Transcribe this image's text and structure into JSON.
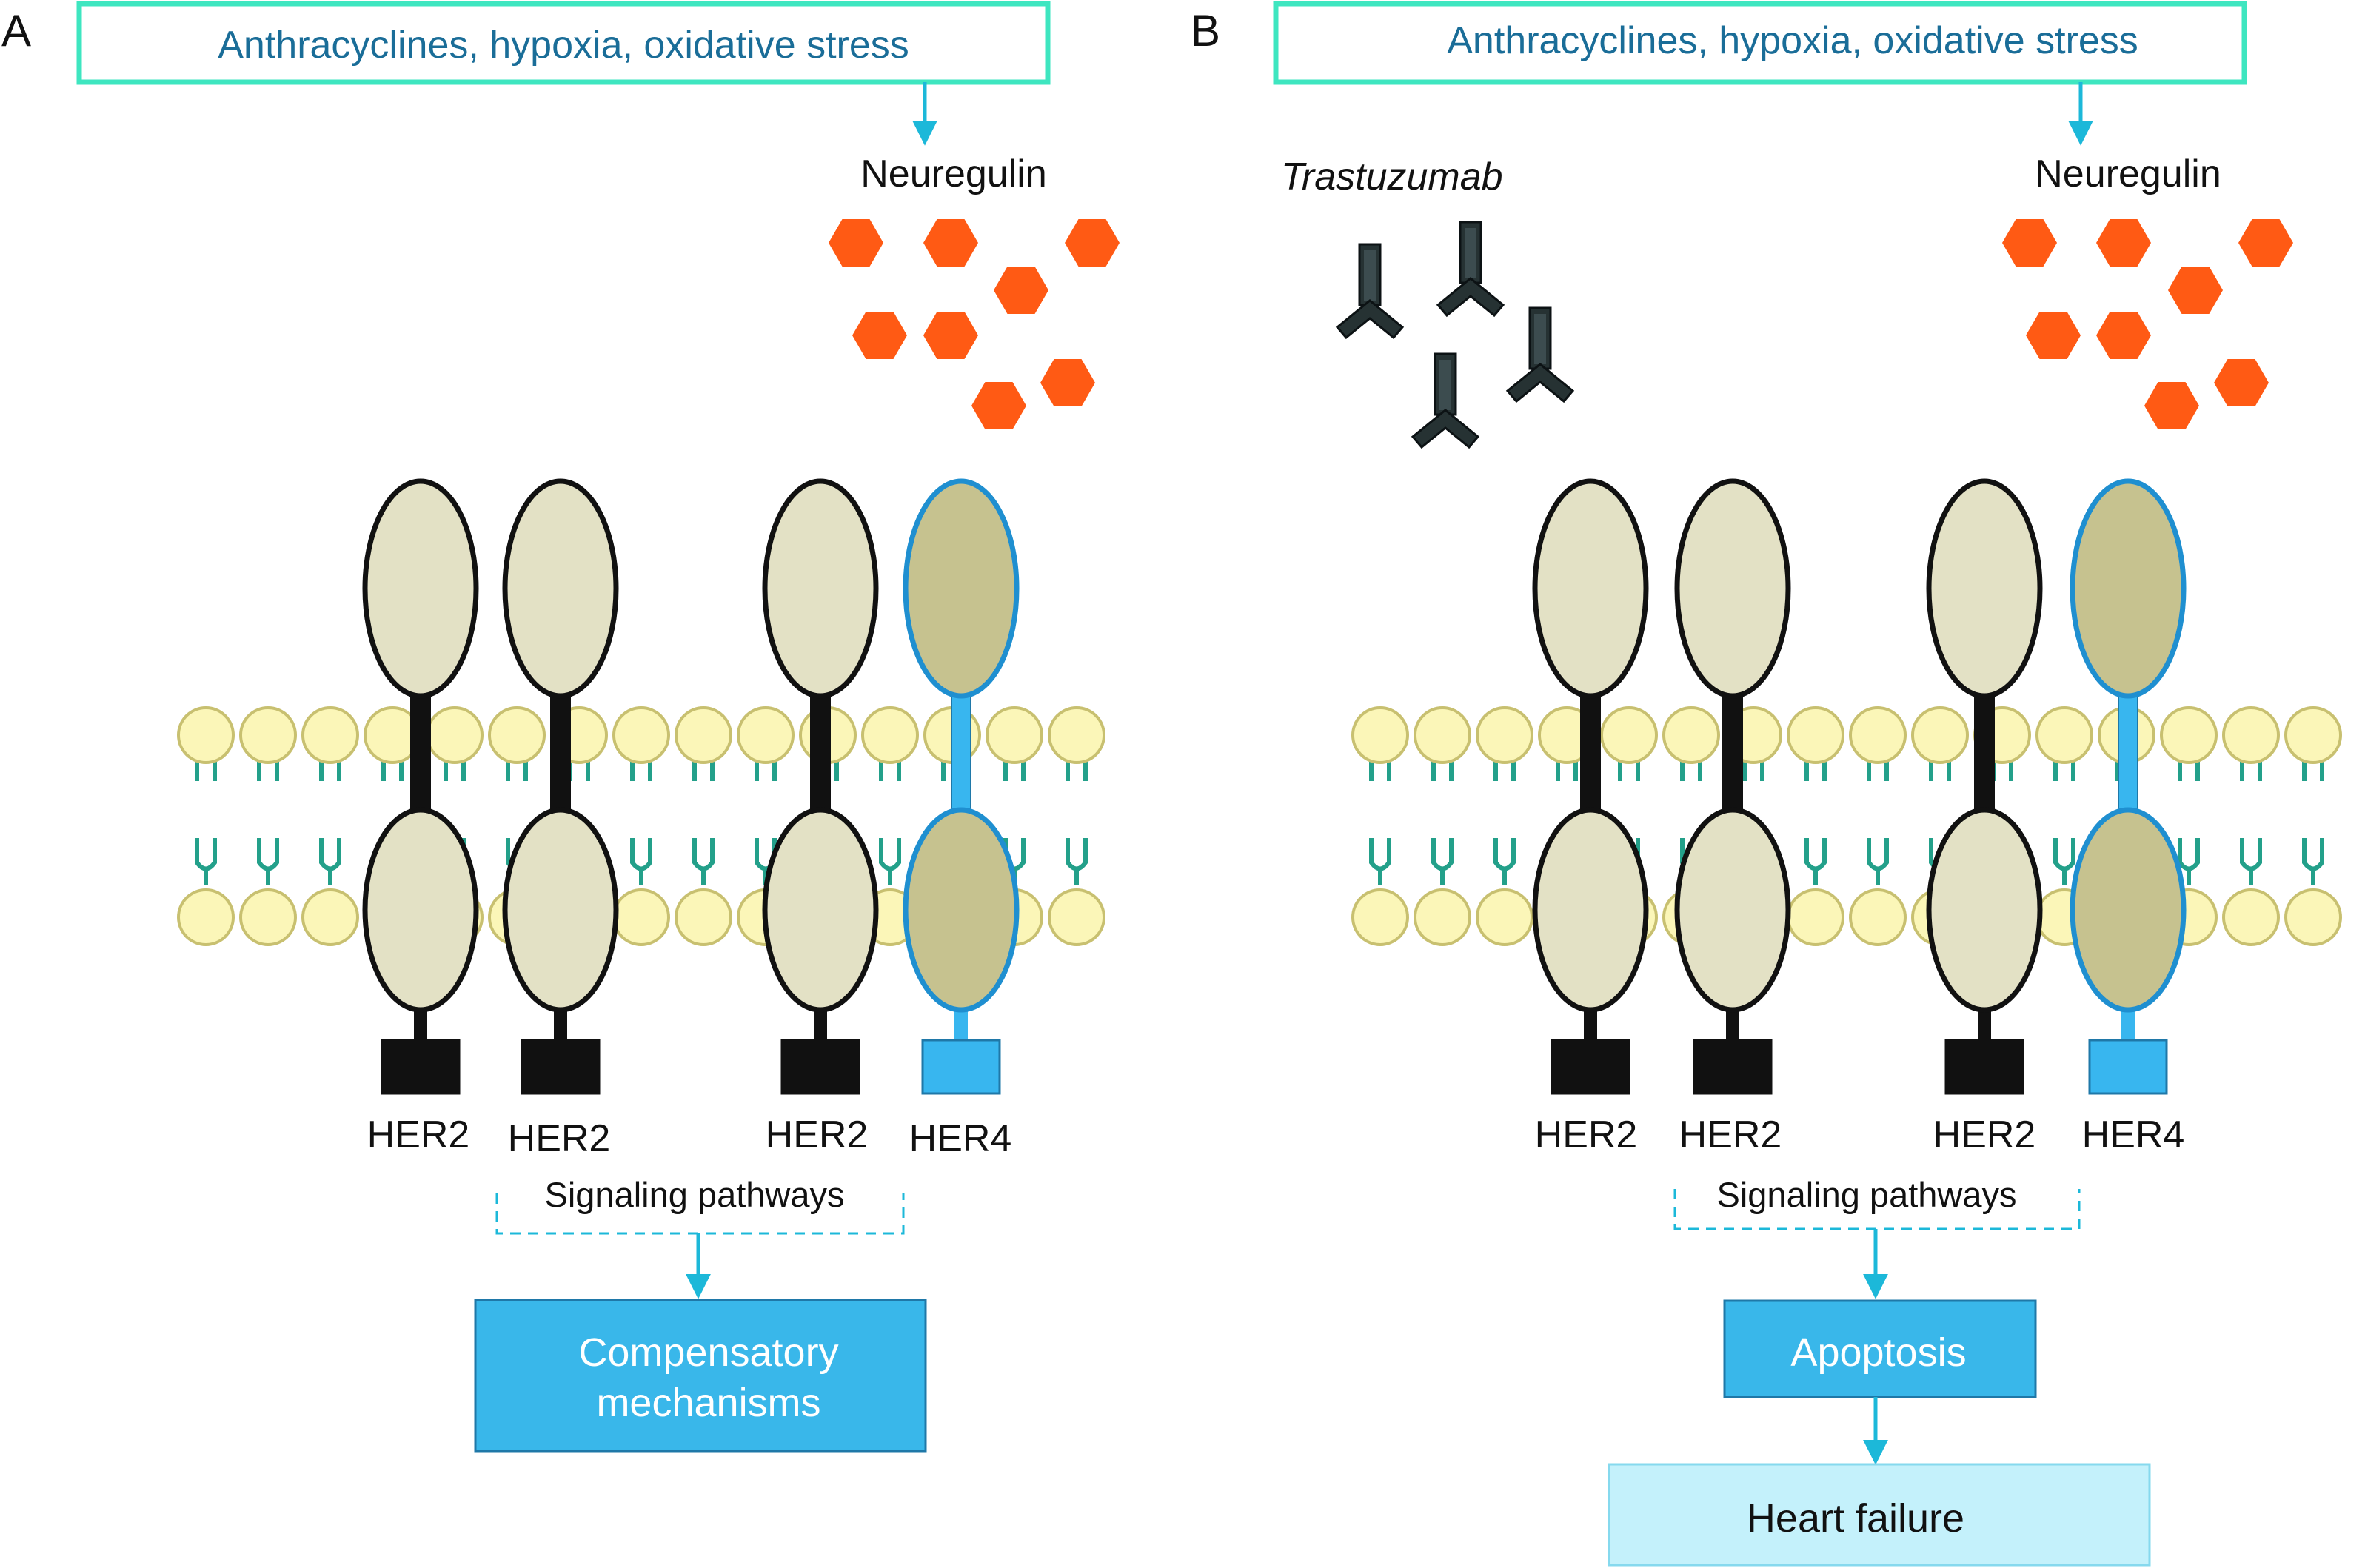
{
  "panel_a": {
    "letter": "A",
    "trigger": "Anthracyclines, hypoxia, oxidative stress",
    "ligand": "Neuregulin",
    "receptors": [
      "HER2",
      "HER2",
      "HER2",
      "HER4"
    ],
    "pathway": "Signaling pathways",
    "outcome_lines": [
      "Compensatory",
      "mechanisms"
    ]
  },
  "panel_b": {
    "letter": "B",
    "trigger": "Anthracyclines, hypoxia, oxidative stress",
    "drug": "Trastuzumab",
    "ligand": "Neuregulin",
    "receptors": [
      "HER2",
      "HER2",
      "HER2",
      "HER4"
    ],
    "pathway": "Signaling pathways",
    "outcome": "Apoptosis",
    "final_outcome": "Heart failure"
  },
  "colors": {
    "trigger_border": "#3ee6c0",
    "trigger_text": "#1a6d98",
    "arrow": "#1cb8d9",
    "neuregulin": "#ff5a14",
    "antibody": "#263233",
    "her2_fill": "#e3e1c5",
    "her2_stroke": "#111111",
    "her4_fill": "#c6c28f",
    "her4_stroke": "#1f8fd0",
    "her4_domain": "#38b6ef",
    "membrane_head": "#fbf6b8",
    "membrane_tail": "#23a08a",
    "outcome_box": "#39b7ea",
    "heart_failure_box": "#c4f1fb"
  }
}
